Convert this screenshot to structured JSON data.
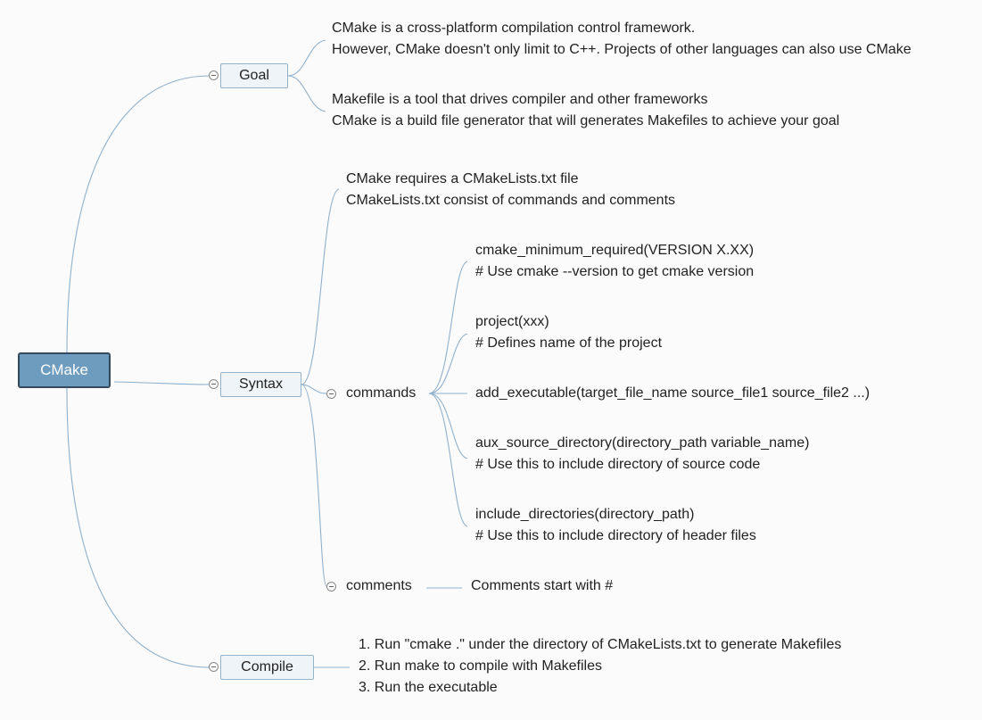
{
  "root": {
    "label": "CMake"
  },
  "goal": {
    "label": "Goal",
    "notes": [
      {
        "lines": [
          "CMake is a cross-platform compilation control framework.",
          "However, CMake doesn't only limit to C++. Projects of other languages can also use CMake"
        ]
      },
      {
        "lines": [
          "Makefile is a tool that drives compiler and other frameworks",
          "CMake is a build file generator that will generates Makefiles to achieve your goal"
        ]
      }
    ]
  },
  "syntax": {
    "label": "Syntax",
    "intro": {
      "lines": [
        "CMake requires a CMakeLists.txt file",
        "CMakeLists.txt consist of commands and comments"
      ]
    },
    "commands": {
      "label": "commands",
      "items": [
        {
          "lines": [
            "cmake_minimum_required(VERSION X.XX)",
            "# Use cmake --version to get cmake version"
          ]
        },
        {
          "lines": [
            "project(xxx)",
            "# Defines name of the project"
          ]
        },
        {
          "lines": [
            "add_executable(target_file_name source_file1 source_file2 ...)"
          ]
        },
        {
          "lines": [
            "aux_source_directory(directory_path variable_name)",
            "# Use this to include directory of source code"
          ]
        },
        {
          "lines": [
            "include_directories(directory_path)",
            "# Use this to include directory of header files"
          ]
        }
      ]
    },
    "comments": {
      "label": "comments",
      "note": "Comments start with #"
    }
  },
  "compile": {
    "label": "Compile",
    "steps": [
      "1. Run \"cmake .\" under the directory of CMakeLists.txt to generate Makefiles",
      "2. Run make to compile with Makefiles",
      "3. Run the executable"
    ]
  },
  "colors": {
    "connector": "#8fb0cc",
    "root_fill": "#6e9cbf",
    "root_border": "#34495d",
    "box_fill": "#eef4f8",
    "box_border": "#93b2cb"
  }
}
